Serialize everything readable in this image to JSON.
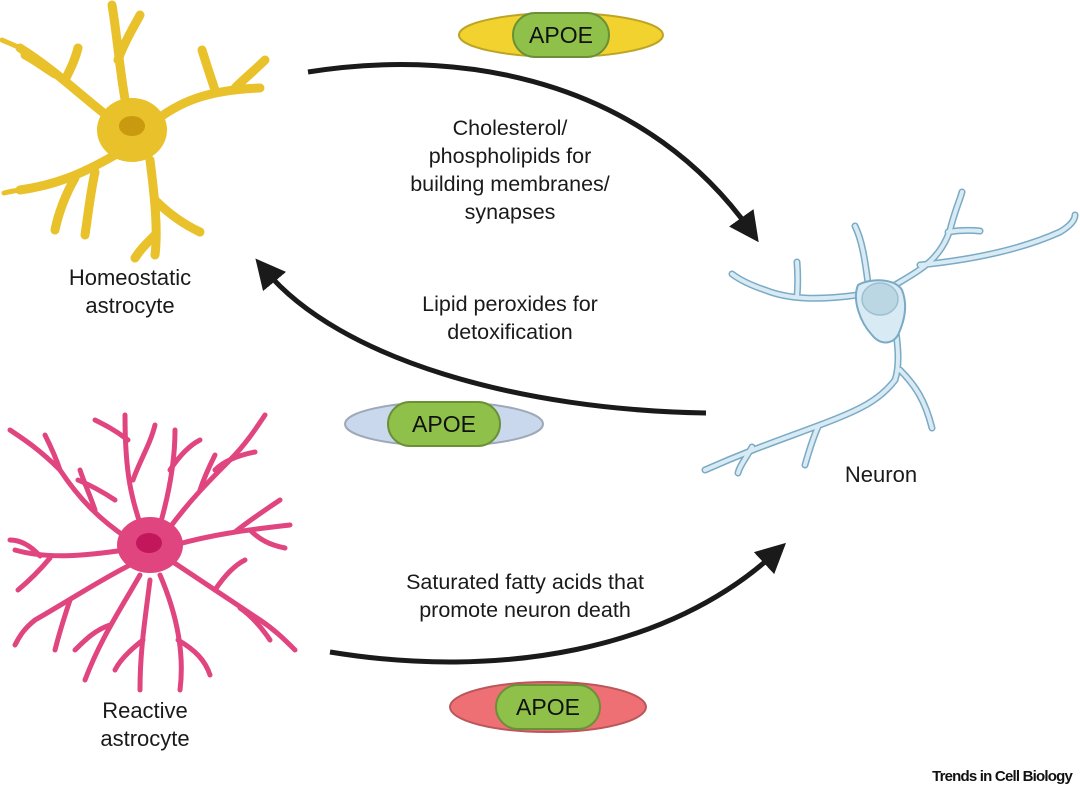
{
  "cells": {
    "homeostatic_astrocyte": {
      "label": "Homeostatic\nastrocyte",
      "color": "#E9C12A",
      "nucleus_color": "#C99A10"
    },
    "neuron": {
      "label": "Neuron",
      "color": "#D8EAF3",
      "outline_color": "#7AAAC4"
    },
    "reactive_astrocyte": {
      "label": "Reactive\nastrocyte",
      "color": "#E0457F",
      "nucleus_color": "#C2185B"
    }
  },
  "arrows": [
    {
      "from": "homeostatic_astrocyte",
      "to": "neuron",
      "label": "Cholesterol/\nphospholipids for\nbuilding membranes/\nsynapses"
    },
    {
      "from": "neuron",
      "to": "homeostatic_astrocyte",
      "label": "Lipid peroxides for\ndetoxification"
    },
    {
      "from": "reactive_astrocyte",
      "to": "neuron",
      "label": "Saturated fatty acids that\npromote neuron death"
    }
  ],
  "apoe_particles": [
    {
      "label": "APOE",
      "shell_color": "#F2D22E",
      "core_color": "#8FC04A"
    },
    {
      "label": "APOE",
      "shell_color": "#C9D8EC",
      "core_color": "#8FC04A"
    },
    {
      "label": "APOE",
      "shell_color": "#EE6F74",
      "core_color": "#8FC04A"
    }
  ],
  "credit": "Trends in Cell Biology"
}
